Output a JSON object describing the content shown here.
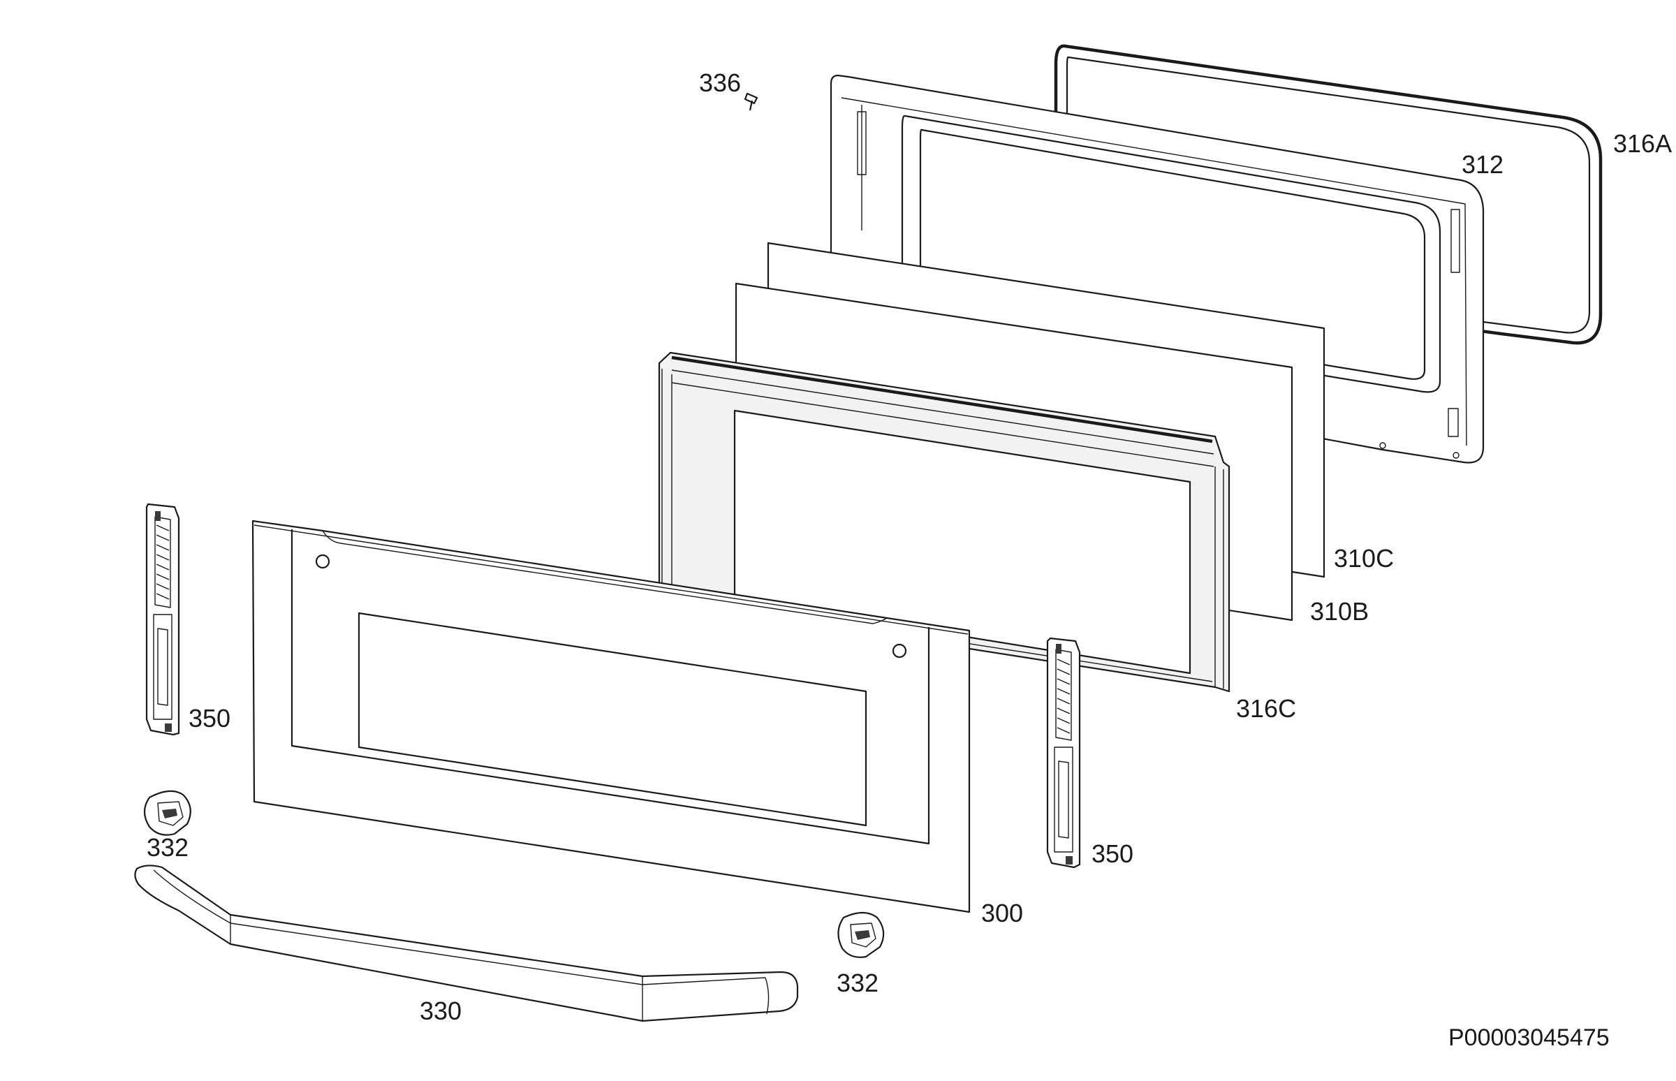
{
  "diagram": {
    "part_labels": {
      "p336": "336",
      "p316a": "316A",
      "p312": "312",
      "p310c": "310C",
      "p310b": "310B",
      "p316c": "316C",
      "p350_left": "350",
      "p350_right": "350",
      "p332_left": "332",
      "p332_right": "332",
      "p300": "300",
      "p330": "330"
    },
    "drawing_code": "P00003045475"
  }
}
